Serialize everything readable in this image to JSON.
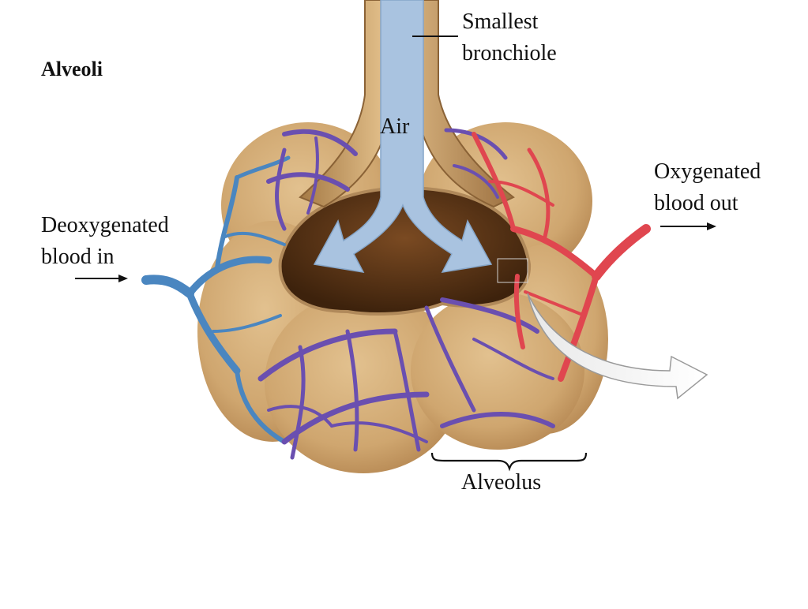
{
  "title": "Alveoli",
  "labels": {
    "bronchiole_line1": "Smallest",
    "bronchiole_line2": "bronchiole",
    "air": "Air",
    "deoxy_line1": "Deoxygenated",
    "deoxy_line2": "blood in",
    "oxy_line1": "Oxygenated",
    "oxy_line2": "blood out",
    "alveolus": "Alveolus"
  },
  "colors": {
    "alveolus_tan": "#d2ac78",
    "deoxygenated": "#4a86c0",
    "capillary": "#6a4fb0",
    "oxygenated": "#e0464f",
    "bronchiole_tan": "#c59a62",
    "cavity": "#5a3518",
    "air_arrow": "#a9c3e0"
  }
}
